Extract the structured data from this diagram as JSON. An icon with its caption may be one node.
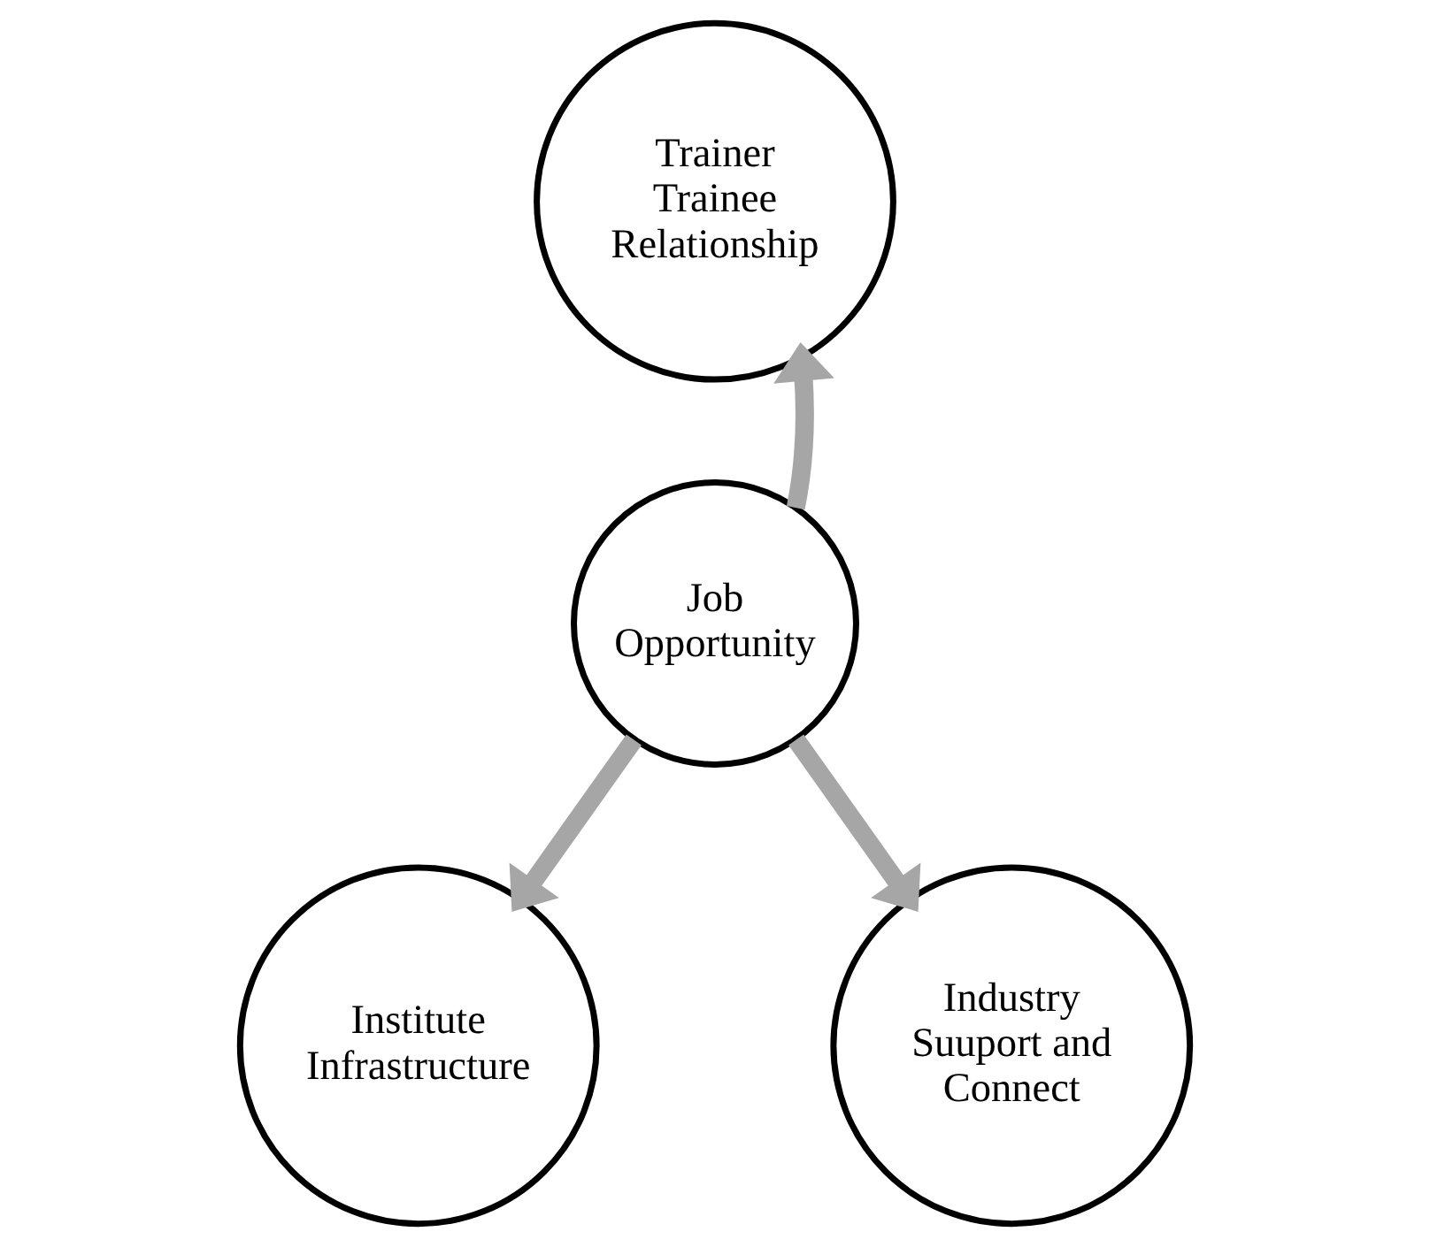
{
  "diagram": {
    "nodes": [
      {
        "text": [
          "Trainer Trainee Relationship"
        ]
      },
      {
        "text": [
          "Job Opportunity"
        ]
      },
      {
        "text": [
          "Institute Infrastructure"
        ]
      },
      {
        "text": [
          "Industry Suuport and Connect"
        ]
      }
    ],
    "edges": [
      {
        "from": 1,
        "to": 0,
        "arrow": "to"
      },
      {
        "from": 1,
        "to": 2,
        "arrow": "to"
      },
      {
        "from": 1,
        "to": 3,
        "arrow": "to"
      }
    ]
  }
}
